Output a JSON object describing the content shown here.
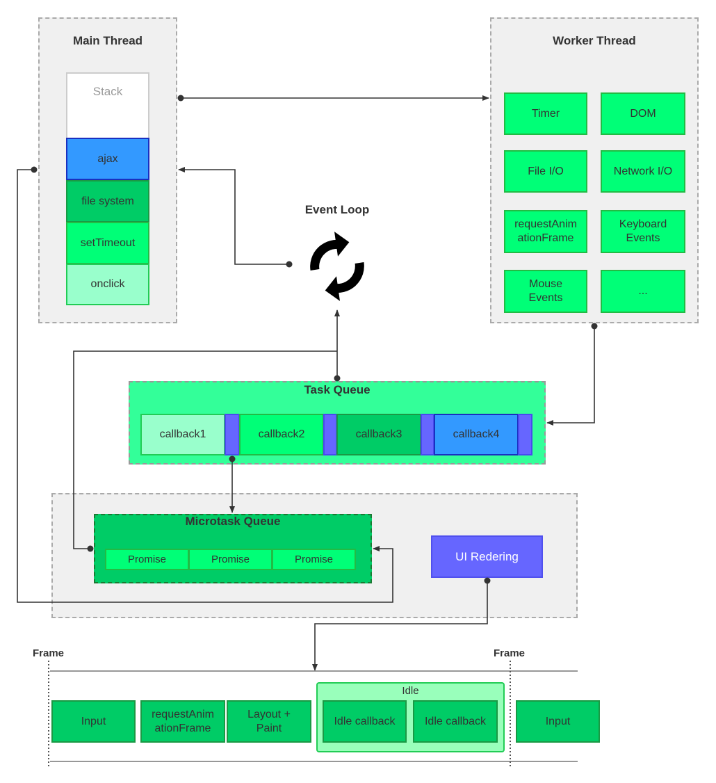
{
  "main_thread": {
    "title": "Main Thread",
    "stack_label": "Stack",
    "stack_items": [
      "ajax",
      "file system",
      "setTimeout",
      "onclick"
    ]
  },
  "worker_thread": {
    "title": "Worker Thread",
    "items": [
      "Timer",
      "DOM",
      "File I/O",
      "Network I/O",
      "requestAnim ationFrame",
      "Keyboard Events",
      "Mouse Events",
      "..."
    ]
  },
  "event_loop": {
    "title": "Event Loop",
    "icon": "refresh-cycle-icon"
  },
  "task_queue": {
    "title": "Task Queue",
    "callbacks": [
      "callback1",
      "callback2",
      "callback3",
      "callback4"
    ]
  },
  "microtask_queue": {
    "title": "Microtask Queue",
    "items": [
      "Promise",
      "Promise",
      "Promise"
    ]
  },
  "ui_rendering": {
    "label": "UI Redering"
  },
  "frame_timeline": {
    "frame_labels": [
      "Frame",
      "Frame"
    ],
    "steps": [
      "Input",
      "requestAnim ationFrame",
      "Layout + Paint"
    ],
    "idle": {
      "title": "Idle",
      "callbacks": [
        "Idle callback",
        "Idle callback"
      ]
    },
    "next_step": "Input"
  },
  "colors": {
    "green": "#00ff77",
    "dark_green": "#00cc66",
    "light_green": "#99ffcc",
    "blue": "#3399ff",
    "purple": "#6666ff",
    "task_queue_bg": "#33ff99"
  }
}
